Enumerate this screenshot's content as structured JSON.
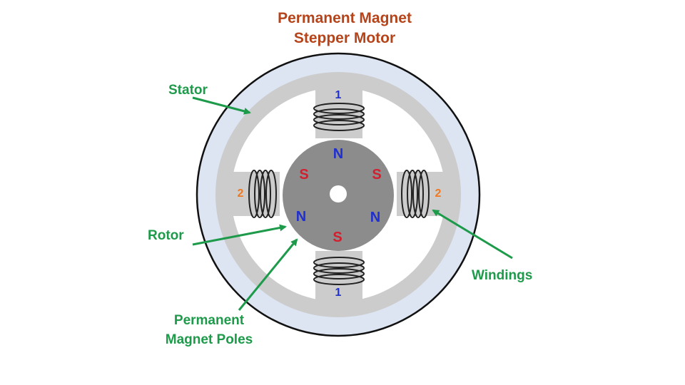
{
  "title": {
    "line1": "Permanent Magnet",
    "line2": "Stepper Motor"
  },
  "labels": {
    "stator": "Stator",
    "rotor": "Rotor",
    "windings": "Windings",
    "magnet_poles_line1": "Permanent",
    "magnet_poles_line2": "Magnet Poles"
  },
  "phases": {
    "top": "1",
    "bottom": "1",
    "left": "2",
    "right": "2"
  },
  "rotor_poles": {
    "top": "N",
    "upper_left": "S",
    "upper_right": "S",
    "lower_left": "N",
    "lower_right": "N",
    "bottom": "S"
  },
  "colors": {
    "title": "#b5441b",
    "callout": "#1e9a4b",
    "north_pole": "#1f2fd0",
    "south_pole": "#d21f2f",
    "phase_1": "#1f2fd0",
    "phase_2": "#f07820",
    "stator_ring": "#cccccc",
    "outer_gap": "#dde5f2",
    "rotor": "#8c8c8c"
  }
}
